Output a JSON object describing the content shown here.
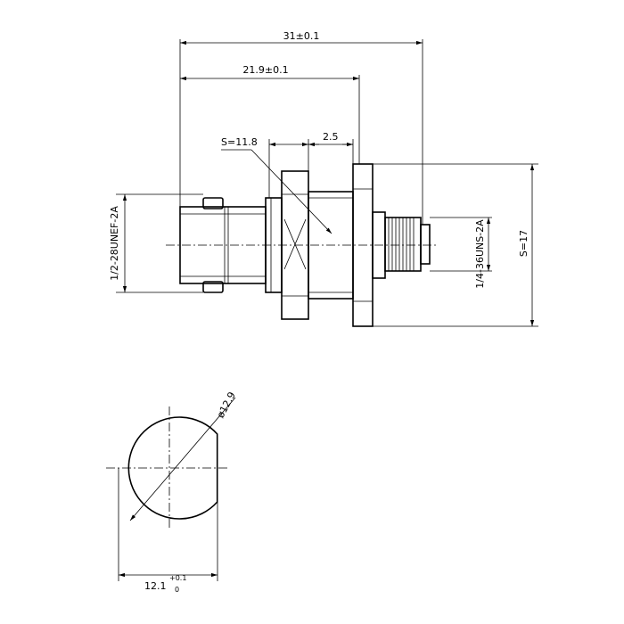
{
  "dimensions": {
    "overall_length": "31±0.1",
    "length_to_flange": "21.9±0.1",
    "nut_size": "S=11.8",
    "flange_thickness": "2.5",
    "bnc_thread": "1/2-28UNEF-2A",
    "sma_thread": "1/4-36UNS-2A",
    "flange_hex": "S=17",
    "cutout_diameter": "ø12.9",
    "cutout_width_main": "12.1",
    "cutout_tol_upper": "+0.1",
    "cutout_tol_lower": "0"
  }
}
